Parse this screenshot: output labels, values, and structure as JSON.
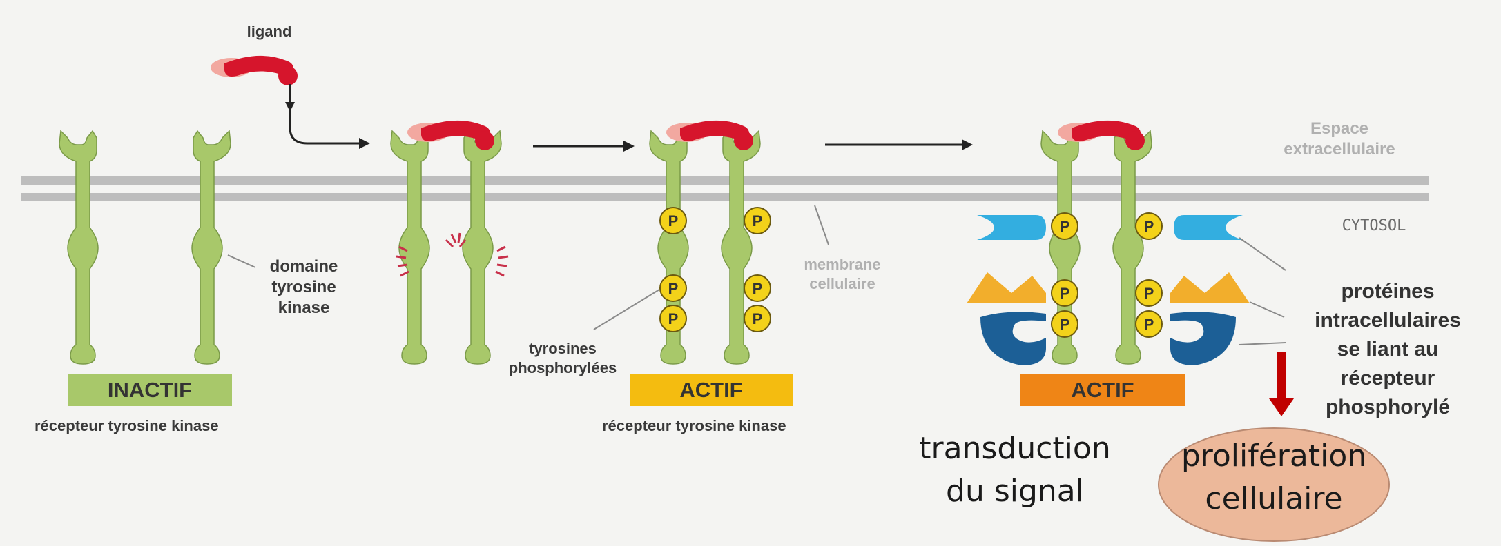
{
  "labels": {
    "ligand": "ligand",
    "espace": "Espace\nextracellulaire",
    "cytosol": "CYTOSOL",
    "membrane": "membrane\ncellulaire",
    "domaine": "domaine\ntyrosine\nkinase",
    "tyrosines": "tyrosines\nphosphorylées",
    "recepteur_1": "récepteur tyrosine kinase",
    "recepteur_2": "récepteur tyrosine kinase",
    "proteines": "protéines\nintracellulaires\nse liant au\nrécepteur\nphosphorylé",
    "transduction": "transduction\ndu signal",
    "proliferation": "prolifération\ncellulaire",
    "phospho": "P"
  },
  "states": {
    "inactif": "INACTIF",
    "actif_1": "ACTIF",
    "actif_2": "ACTIF"
  },
  "colors": {
    "receptor": "#a8c86a",
    "receptor_outline": "#7a9a48",
    "ligand_dark": "#d6152c",
    "ligand_light": "#f2a8a0",
    "membrane": "#bdbdbd",
    "phospho": "#f3d21a",
    "inactif_box": "#a8c86a",
    "actif_box_1": "#f4bc10",
    "actif_box_2": "#ef8516",
    "protein_cyan": "#33aee0",
    "protein_orange": "#f2ae2c",
    "protein_blue": "#1c5f96",
    "arrow_red": "#c00000",
    "ellipse": "#ecb89a"
  }
}
